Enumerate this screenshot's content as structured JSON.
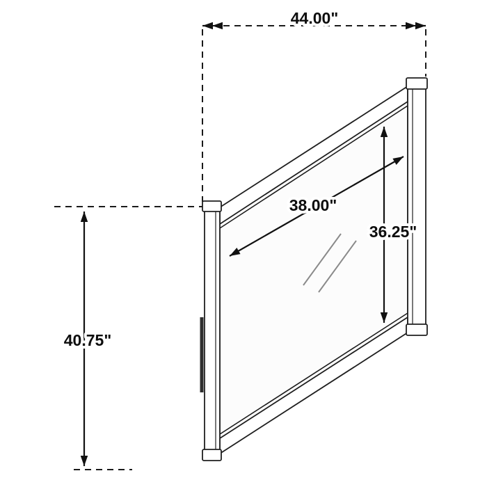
{
  "diagram": {
    "product": "mirror",
    "dimensions": {
      "overall_width": "44.00\"",
      "overall_height": "40.75\"",
      "mirror_width": "38.00\"",
      "mirror_height": "36.25\""
    },
    "colors": {
      "line": "#1a1a1a",
      "background": "#ffffff",
      "reflection": "#8a8a8a"
    }
  }
}
